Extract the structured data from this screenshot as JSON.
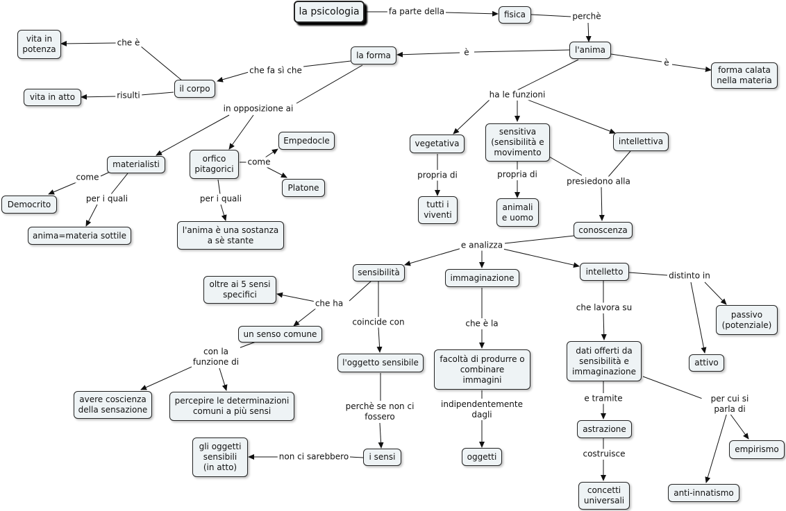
{
  "nodes": {
    "psicologia": "la psicologia",
    "fisica": "fisica",
    "anima": "l'anima",
    "forma": "la forma",
    "calata": "forma calata\nnella materia",
    "potenza": "vita in\npotenza",
    "corpo": "il corpo",
    "atto": "vita in atto",
    "materialisti": "materialisti",
    "orfico": "orfico\npitagorici",
    "empedocle": "Empedocle",
    "platone": "Platone",
    "democrito": "Democrito",
    "sottile": "anima=materia sottile",
    "sostanza": "l'anima è una sostanza\na sè stante",
    "vegetativa": "vegetativa",
    "sensitiva": "sensitiva\n(sensibilità e\nmovimento",
    "intellettiva": "intellettiva",
    "viventi": "tutti i\nviventi",
    "animali": "animali\ne uomo",
    "conoscenza": "conoscenza",
    "sensibilita": "sensibilità",
    "immaginazione": "immaginazione",
    "intelletto": "intelletto",
    "oltre": "oltre ai 5 sensi\nspecifici",
    "senso_comune": "un senso comune",
    "oggetto": "l'oggetto sensibile",
    "facolta": "facoltà di produrre o\ncombinare\nimmagini",
    "dati": "dati offerti da\nsensibilità e\nimmaginazione",
    "passivo": "passivo\n(potenziale)",
    "attivo": "attivo",
    "coscienza": "avere coscienza\ndella sensazione",
    "percepire": "percepire le determinazioni\ncomuni a più sensi",
    "sensi": "i sensi",
    "oggetti_att": "gli oggetti\nsensibili\n(in atto)",
    "oggetti": "oggetti",
    "astrazione": "astrazione",
    "empirismo": "empirismo",
    "anti": "anti-innatismo",
    "universali": "concetti\nuniversali"
  },
  "links": {
    "fa_parte": "fa parte della",
    "perche": "perchè",
    "e1": "è",
    "e2": "è",
    "che_e": "che è",
    "che_fa": "che fa sì che",
    "risulti": "risulti",
    "opposizione": "in opposizione ai",
    "come1": "come",
    "come2": "come",
    "per_quali1": "per i quali",
    "per_quali2": "per i quali",
    "ha_funzioni": "ha le funzioni",
    "propria1": "propria di",
    "propria2": "propria di",
    "presiedono": "presiedono alla",
    "analizza": "e analizza",
    "che_ha": "che ha",
    "coincide": "coincide con",
    "che_e_la": "che è la",
    "distinto": "distinto in",
    "lavora": "che lavora su",
    "funzione": "con la\nfunzione di",
    "se_non": "perchè se non ci\nfossero",
    "indipend": "indipendentemente\ndagli",
    "tramite": "e tramite",
    "si_parla": "per cui si parla di",
    "non_sarebbero": "non ci sarebbero",
    "costruisce": "costruisce"
  }
}
